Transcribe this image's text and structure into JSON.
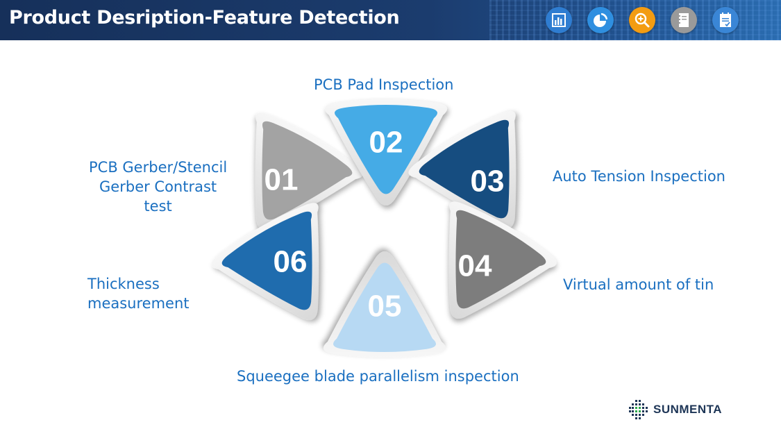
{
  "header": {
    "title": "Product Desription-Feature Detection",
    "icons": [
      {
        "name": "bar-chart-icon",
        "color": "#2f7dd1"
      },
      {
        "name": "pie-chart-icon",
        "color": "#2f8fe0"
      },
      {
        "name": "magnifier-plus-icon",
        "color": "#f39c12"
      },
      {
        "name": "notebook-icon",
        "color": "#9a9a9a"
      },
      {
        "name": "document-check-icon",
        "color": "#3a86d6"
      }
    ]
  },
  "features": [
    {
      "number": "01",
      "label_lines": [
        "PCB Gerber/Stencil",
        "Gerber Contrast",
        "test"
      ],
      "color": "#a3a3a3"
    },
    {
      "number": "02",
      "label_lines": [
        "PCB Pad Inspection"
      ],
      "color": "#45abe6"
    },
    {
      "number": "03",
      "label_lines": [
        "Auto Tension Inspection"
      ],
      "color": "#164d80"
    },
    {
      "number": "04",
      "label_lines": [
        "Virtual amount of tin"
      ],
      "color": "#7d7d7d"
    },
    {
      "number": "05",
      "label_lines": [
        "Squeegee blade parallelism inspection"
      ],
      "color": "#b7d9f3"
    },
    {
      "number": "06",
      "label_lines": [
        "Thickness",
        "measurement"
      ],
      "color": "#1f6cae"
    }
  ],
  "brand": {
    "name": "SUNMENTA"
  }
}
